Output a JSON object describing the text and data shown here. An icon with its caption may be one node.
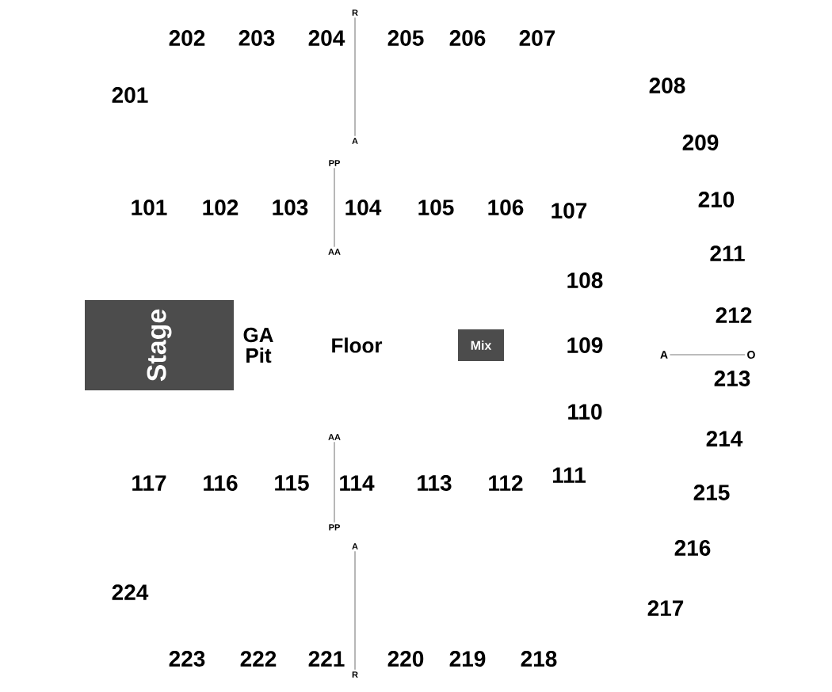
{
  "diagram": {
    "nodes": [
      {
        "text": [
          "Stage"
        ]
      },
      {
        "text": [
          "Mix"
        ]
      },
      {
        "text": [
          "R"
        ]
      },
      {
        "text": [
          "A"
        ]
      },
      {
        "text": [
          "PP"
        ]
      },
      {
        "text": [
          "AA"
        ]
      },
      {
        "text": [
          "AA"
        ]
      },
      {
        "text": [
          "PP"
        ]
      },
      {
        "text": [
          "A"
        ]
      },
      {
        "text": [
          "R"
        ]
      },
      {
        "text": [
          "A"
        ]
      },
      {
        "text": [
          "O"
        ]
      }
    ],
    "edges": [
      {
        "from": 2,
        "to": 3,
        "arrow": "none"
      },
      {
        "from": 4,
        "to": 5,
        "arrow": "none"
      },
      {
        "from": 6,
        "to": 7,
        "arrow": "none"
      },
      {
        "from": 8,
        "to": 9,
        "arrow": "none"
      },
      {
        "from": 10,
        "to": 11,
        "arrow": "none"
      }
    ],
    "labels": [
      "202",
      "203",
      "204",
      "205",
      "206",
      "207",
      "201",
      "208",
      "209",
      "101",
      "102",
      "103",
      "104",
      "105",
      "106",
      "107",
      "210",
      "211",
      "108",
      "212",
      "GA Pit",
      "Floor",
      "109",
      "213",
      "110",
      "214",
      "117",
      "116",
      "115",
      "114",
      "113",
      "112",
      "111",
      "215",
      "216",
      "224",
      "217",
      "223",
      "222",
      "221",
      "220",
      "219",
      "218"
    ]
  }
}
